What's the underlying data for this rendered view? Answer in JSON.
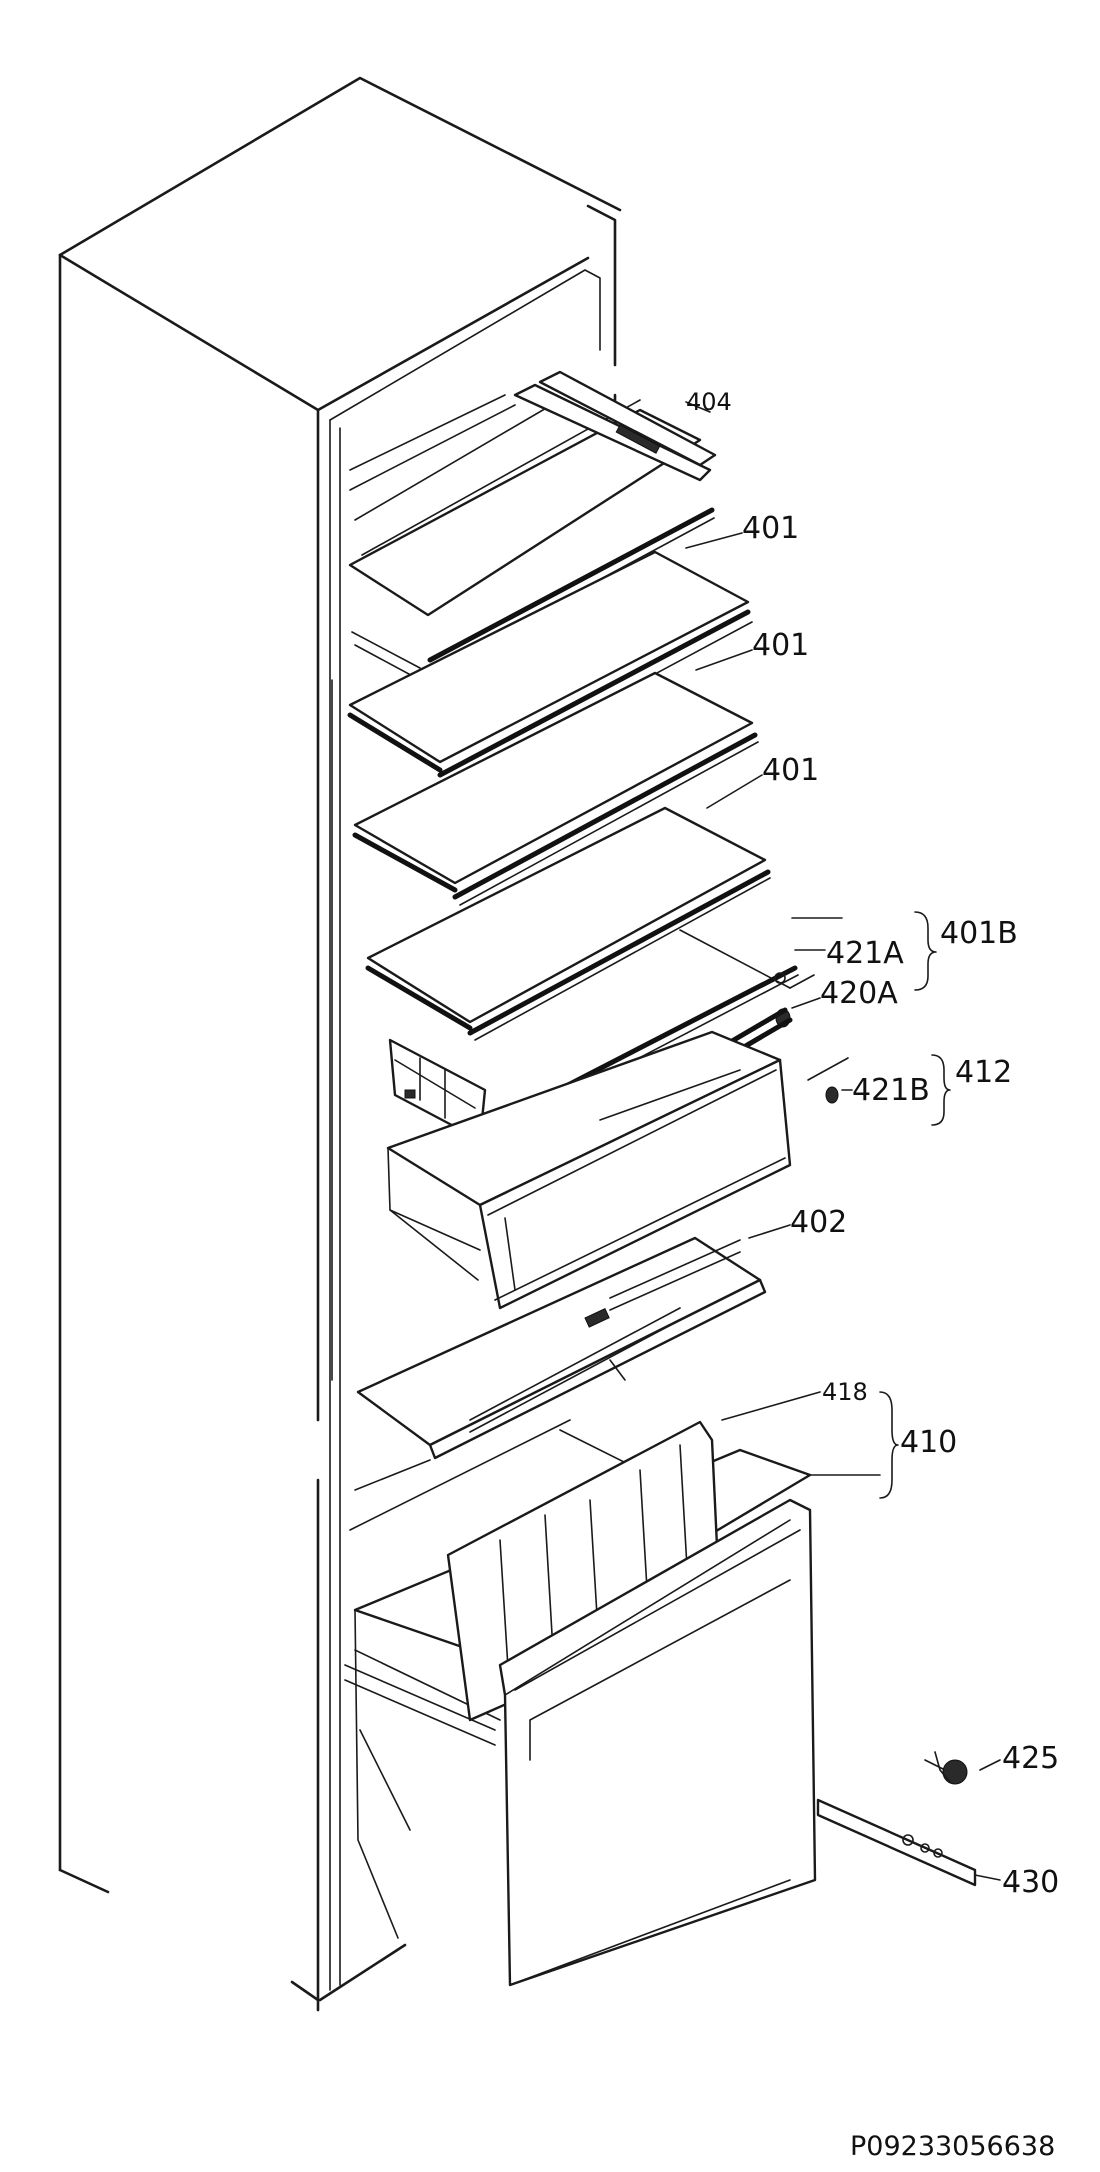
{
  "labels": {
    "l404": "404",
    "l401a": "401",
    "l401b": "401",
    "l401c": "401",
    "l401B": "401B",
    "l421A": "421A",
    "l420A": "420A",
    "l412": "412",
    "l421B": "421B",
    "l402": "402",
    "l418": "418",
    "l410": "410",
    "l425": "425",
    "l430": "430"
  },
  "reference": "P09233056638"
}
